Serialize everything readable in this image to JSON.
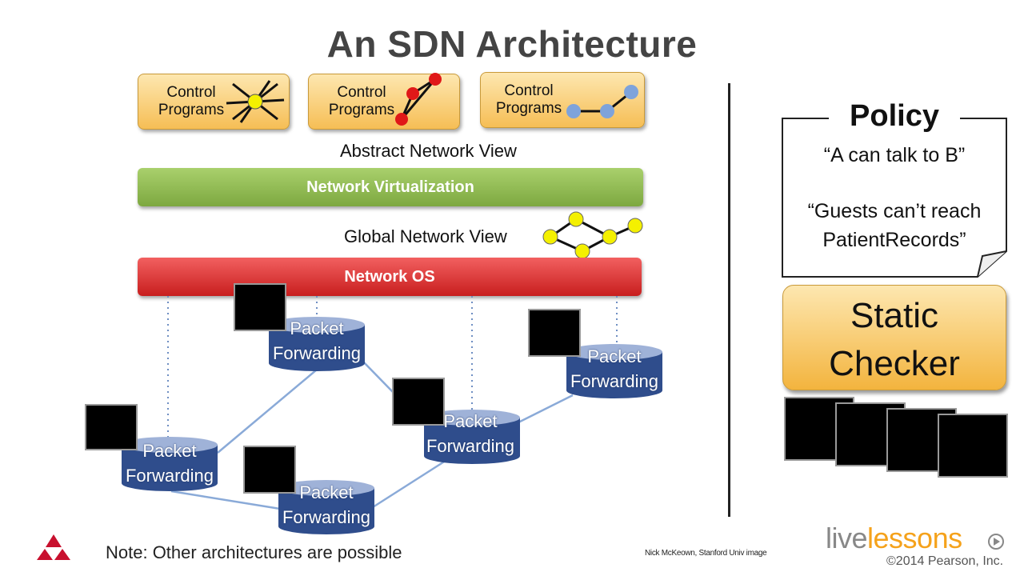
{
  "slide": {
    "title": "An SDN Architecture",
    "control_programs": [
      "Control\nPrograms",
      "Control\nPrograms",
      "Control\nPrograms"
    ],
    "abstract_view_label": "Abstract Network View",
    "virtualization_label": "Network Virtualization",
    "global_view_label": "Global Network View",
    "network_os_label": "Network OS",
    "forwarding_nodes": [
      {
        "line1": "Packet",
        "line2": "Forwarding"
      },
      {
        "line1": "Packet",
        "line2": "Forwarding"
      },
      {
        "line1": "Packet",
        "line2": "Forwarding"
      },
      {
        "line1": "Packet",
        "line2": "Forwarding"
      },
      {
        "line1": "Packet",
        "line2": "Forwarding"
      }
    ],
    "note": "Note: Other architectures are possible",
    "credit": "Nick McKeown, Stanford Univ image"
  },
  "policy": {
    "heading": "Policy",
    "rule1": "“A can talk to B”",
    "rule2_line1": "“Guests can’t reach",
    "rule2_line2": "PatientRecords”"
  },
  "static_checker": {
    "line1": "Static",
    "line2": "Checker"
  },
  "branding": {
    "logo_live": "live",
    "logo_lessons": "lessons",
    "copyright": "©2014 Pearson, Inc."
  },
  "colors": {
    "control_program": "#f6be55",
    "virtualization": "#7da840",
    "network_os": "#c81e1e",
    "forwarding": "#2f4d8c",
    "brand_accent": "#f5a21b"
  }
}
